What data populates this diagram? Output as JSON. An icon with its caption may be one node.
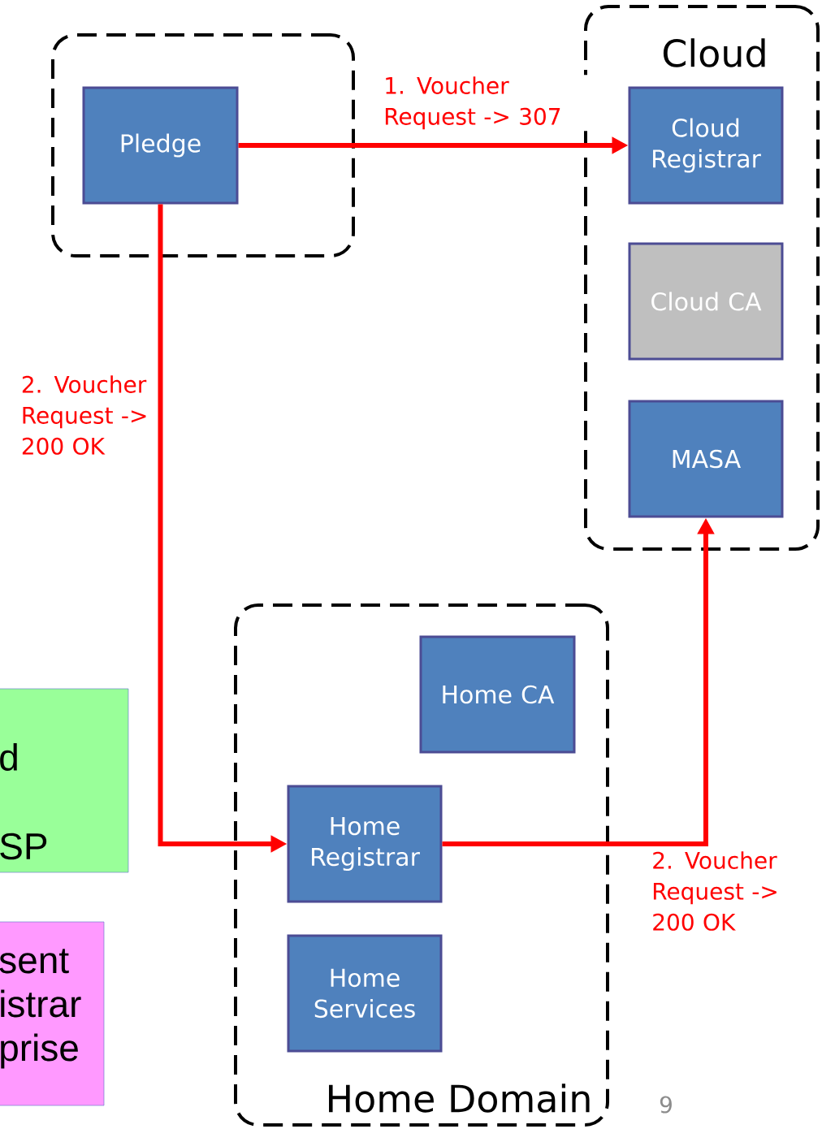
{
  "diagram": {
    "nodes": [
      {
        "text": [],
        "shape": "box"
      },
      {
        "text": [
          "Pledge"
        ],
        "in": 0
      },
      {
        "text": [
          "Cloud"
        ]
      },
      {
        "text": [
          "Cloud Registrar"
        ],
        "in": 2
      },
      {
        "text": [
          "Cloud CA"
        ],
        "in": 2
      },
      {
        "text": [
          "MASA"
        ],
        "in": 2
      },
      {
        "text": [
          "Home Domain"
        ]
      },
      {
        "text": [
          "Home CA"
        ],
        "in": 6
      },
      {
        "text": [
          "Home Registrar"
        ],
        "in": 6
      },
      {
        "text": [
          "Home Services"
        ],
        "in": 6
      },
      {
        "text": [
          "d",
          "SP"
        ]
      },
      {
        "text": [
          "sent istrar prise"
        ]
      }
    ],
    "edges": [
      {
        "from": 1,
        "to": 3,
        "arrow": "to",
        "label": "1. Voucher Request -> 307"
      },
      {
        "from": 1,
        "to": 8,
        "arrow": "to",
        "label": "2. Voucher Request -> 200 OK"
      },
      {
        "from": 8,
        "to": 5,
        "arrow": "to",
        "label": "2. Voucher Request -> 200 OK"
      }
    ],
    "labels": [
      "9"
    ]
  }
}
